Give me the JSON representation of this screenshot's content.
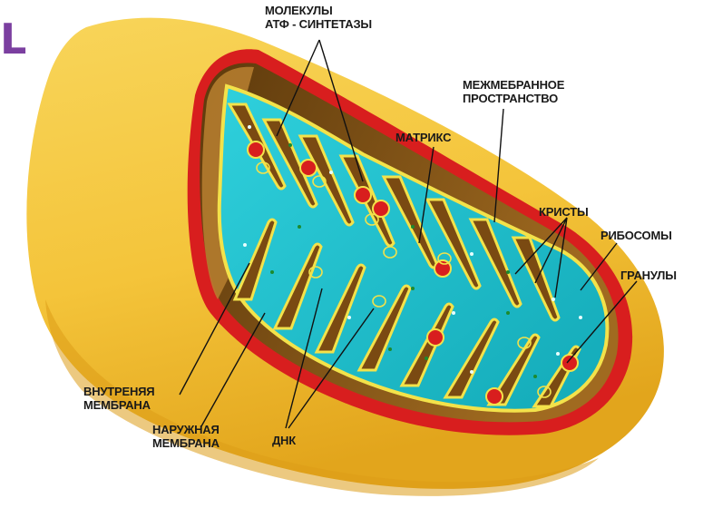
{
  "corner_mark": "L",
  "labels": {
    "atp_synthase": [
      "МОЛЕКУЛЫ",
      "АТФ - СИНТЕТАЗЫ"
    ],
    "intermembrane_space": [
      "МЕЖМЕБРАННОЕ",
      "ПРОСТРАНСТВО"
    ],
    "matrix": "МАТРИКС",
    "cristae": "КРИСТЫ",
    "ribosomes": "РИБОСОМЫ",
    "granules": "ГРАНУЛЫ",
    "inner_membrane": [
      "ВНУТРЕНЯЯ",
      "МЕМБРАНА"
    ],
    "outer_membrane": [
      "НАРУЖНАЯ",
      "МЕМБРАНА"
    ],
    "dna": "ДНК"
  },
  "colors": {
    "outer_body": "#f4c43a",
    "outer_shadow": "#e0a21c",
    "outer_rim": "#d81e1e",
    "inner_cavity": "#8a5a18",
    "matrix": "#1fc3cf",
    "inner_membrane_edge": "#f3e24a",
    "leader_line": "#111111",
    "corner_mark": "#7b3fa0"
  }
}
